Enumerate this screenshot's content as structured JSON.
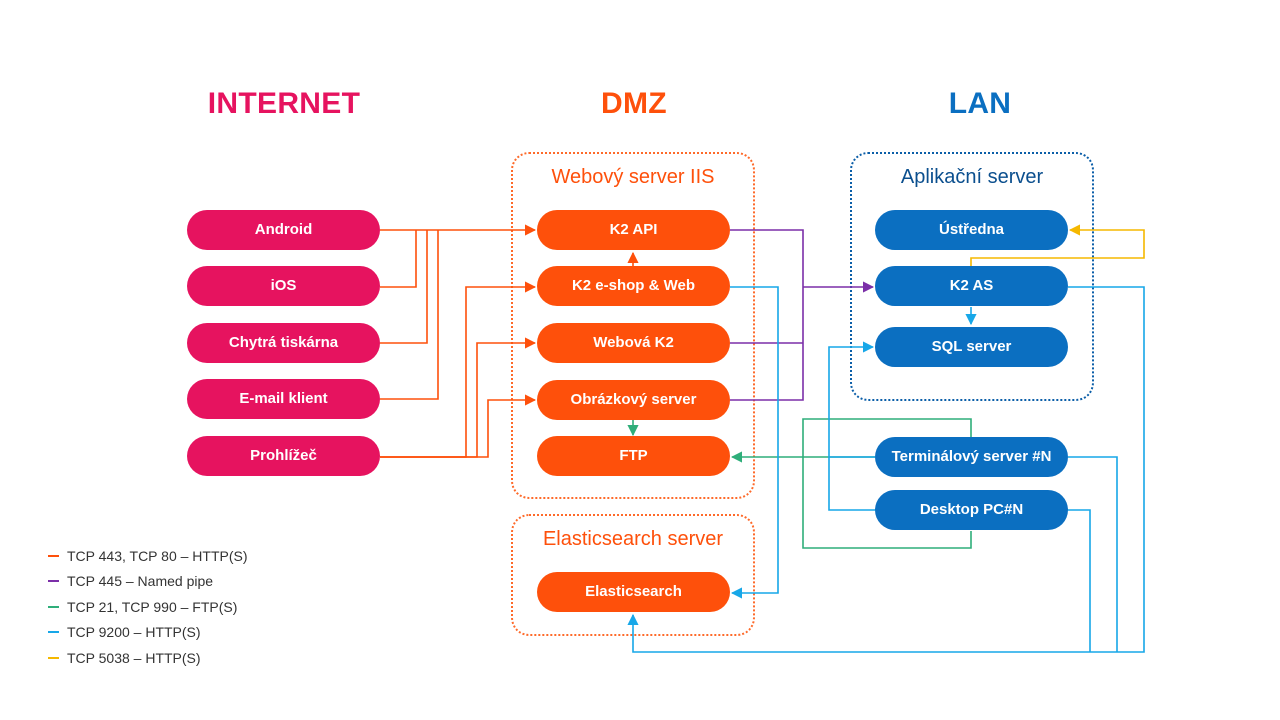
{
  "zones": {
    "internet": "INTERNET",
    "dmz": "DMZ",
    "lan": "LAN"
  },
  "groups": {
    "iis": "Webový server IIS",
    "elastic": "Elasticsearch server",
    "app": "Aplikační server"
  },
  "nodes": {
    "android": "Android",
    "ios": "iOS",
    "printer": "Chytrá tiskárna",
    "email": "E-mail klient",
    "browser": "Prohlížeč",
    "k2api": "K2 API",
    "eshop": "K2 e-shop & Web",
    "webk2": "Webová K2",
    "imgserver": "Obrázkový server",
    "ftp": "FTP",
    "elasticsearch": "Elasticsearch",
    "ustredna": "Ústředna",
    "k2as": "K2 AS",
    "sql": "SQL server",
    "terminal": "Terminálový server #N",
    "desktop": "Desktop PC#N"
  },
  "legend": [
    {
      "label": "TCP 443, TCP 80 – HTTP(S)",
      "color": "#fe500b"
    },
    {
      "label": "TCP 445 – Named pipe",
      "color": "#7b2fa8"
    },
    {
      "label": "TCP 21, TCP 990 – FTP(S)",
      "color": "#2fae7a"
    },
    {
      "label": "TCP 9200 – HTTP(S)",
      "color": "#17a7e8"
    },
    {
      "label": "TCP 5038 – HTTP(S)",
      "color": "#f5b800"
    }
  ],
  "colors": {
    "http": "#fe500b",
    "pipe": "#7b2fa8",
    "ftp": "#2fae7a",
    "elastic": "#17a7e8",
    "ami": "#f5b800"
  }
}
